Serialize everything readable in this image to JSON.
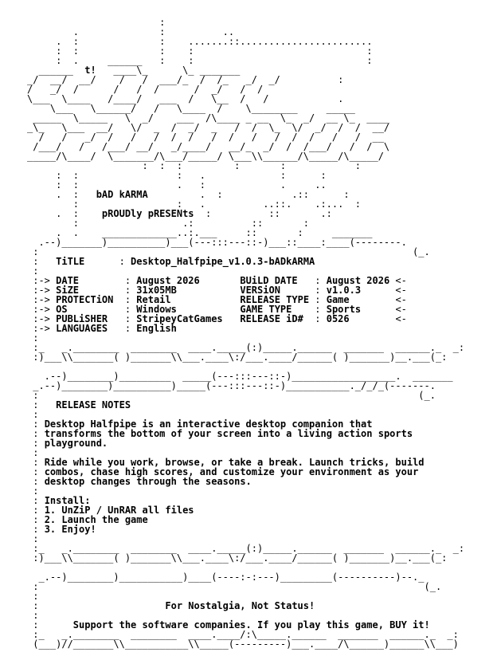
{
  "logo": {
    "tagline": "t!"
  },
  "group": {
    "name": "bAD kARMA",
    "presents": "pROUDly pRESENts"
  },
  "info": {
    "title_label": "TiTLE",
    "title_value": "Desktop_Halfpipe_v1.0.3-bADkARMA",
    "left": [
      {
        "label": "DATE",
        "value": "August 2026"
      },
      {
        "label": "SiZE",
        "value": "31x05MB"
      },
      {
        "label": "PROTECTiON",
        "value": "Retail"
      },
      {
        "label": "OS",
        "value": "Windows"
      },
      {
        "label": "PUBLiSHER",
        "value": "StripeyCatGames"
      },
      {
        "label": "LANGUAGES",
        "value": "English"
      }
    ],
    "right": [
      {
        "label": "BUiLD DATE",
        "value": "August 2026"
      },
      {
        "label": "VERSiON",
        "value": "v1.0.3"
      },
      {
        "label": "RELEASE TYPE",
        "value": "Game"
      },
      {
        "label": "GAME TYPE",
        "value": "Sports"
      },
      {
        "label": "RELEASE iD#",
        "value": "0526"
      }
    ]
  },
  "notes": {
    "heading": "RELEASE NOTES",
    "paragraph1": [
      "Desktop Halfpipe is an interactive desktop companion that",
      "transforms the bottom of your screen into a living action sports",
      "playground."
    ],
    "paragraph2": [
      "Ride while you work, browse, or take a break. Launch tricks, build",
      "combos, chase high scores, and customize your environment as your",
      "desktop changes through the seasons."
    ],
    "install_heading": "Install:",
    "steps": [
      "1. UnZiP / UnRAR all files",
      "2. Launch the game",
      "3. Enjoy!"
    ]
  },
  "footer": {
    "motto": "For Nostalgia, Not Status!",
    "support": "Support the software companies. If you play this game, BUY it!"
  }
}
